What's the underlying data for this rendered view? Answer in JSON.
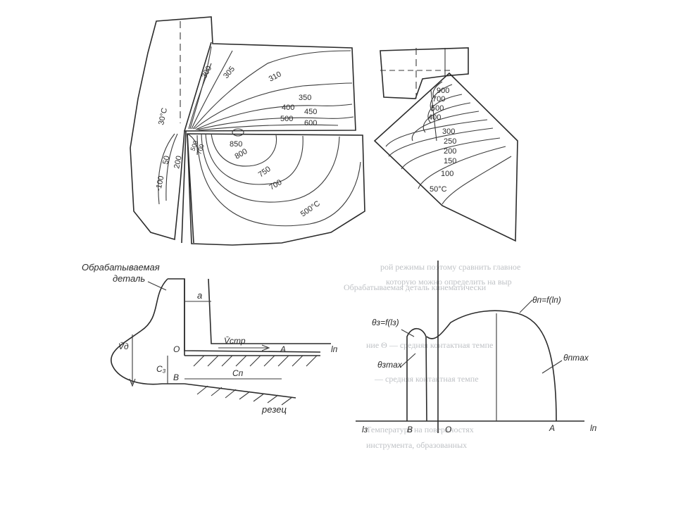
{
  "fig1": {
    "isotherms_top": [
      "300",
      "305",
      "310",
      "350",
      "400",
      "450",
      "500",
      "600"
    ],
    "isotherms_zone": [
      "850",
      "800",
      "750",
      "700",
      "500°C"
    ],
    "isotherms_tip": [
      "500",
      "700"
    ],
    "isotherms_left": [
      "30°C",
      "-100",
      "50",
      "200"
    ]
  },
  "fig2": {
    "isotherms": [
      "900",
      "700",
      "500",
      "400",
      "300",
      "250",
      "200",
      "150",
      "100",
      "50°C"
    ]
  },
  "fig3": {
    "workpiece_label_line1": "Обрабатываемая",
    "workpiece_label_line2": "деталь",
    "a": "a",
    "v_d": "V̄д",
    "v_str": "V̄стр",
    "o": "O",
    "a_point": "A",
    "b": "B",
    "l_n": "lп",
    "c_z": "C₃",
    "c_n": "Cп",
    "cutter": "резец"
  },
  "fig4": {
    "theta_z": "θз=f(lз)",
    "theta_n": "θп=f(lп)",
    "theta_zmax": "θзmax",
    "theta_nmax": "θпmax",
    "l_z": "lз",
    "b": "B",
    "o": "O",
    "a_point": "A",
    "l_n": "lп"
  },
  "background_text": {
    "line1": "рой режимы поэтому сравнить главное",
    "line2": "которую можно определить на выр",
    "line3": "Обрабатываемая деталь кинематически",
    "line4": "ние Θ — средняя контактная темпе",
    "line5": "— средняя контактная темпе",
    "line6": "Температура на поверхностях",
    "line7": "инструмента, образованных"
  }
}
